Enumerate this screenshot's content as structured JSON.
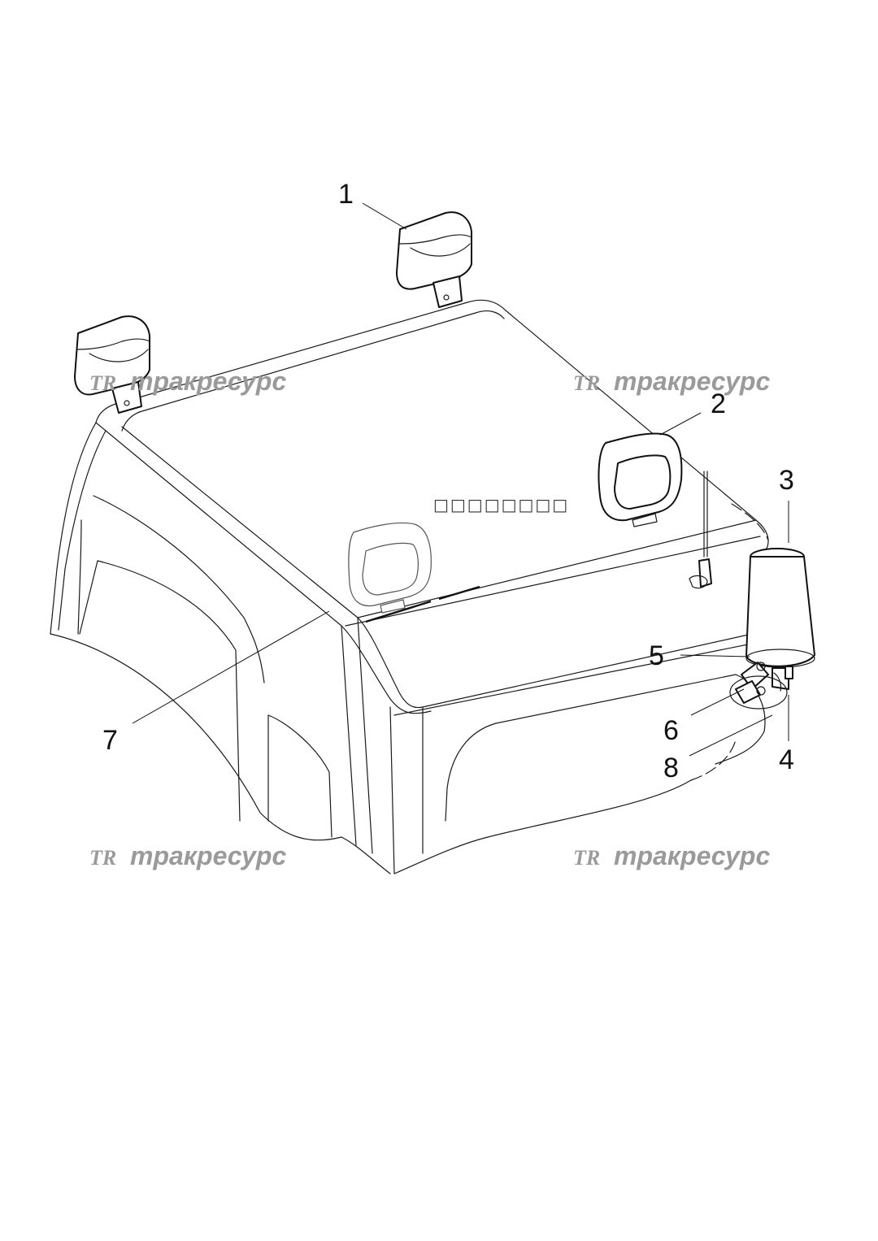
{
  "diagram": {
    "center_label": "□□□□□□□□",
    "callouts": [
      "1",
      "2",
      "3",
      "4",
      "5",
      "6",
      "7",
      "8"
    ]
  },
  "watermark": {
    "logo": "TR",
    "text": "тракресурс"
  }
}
